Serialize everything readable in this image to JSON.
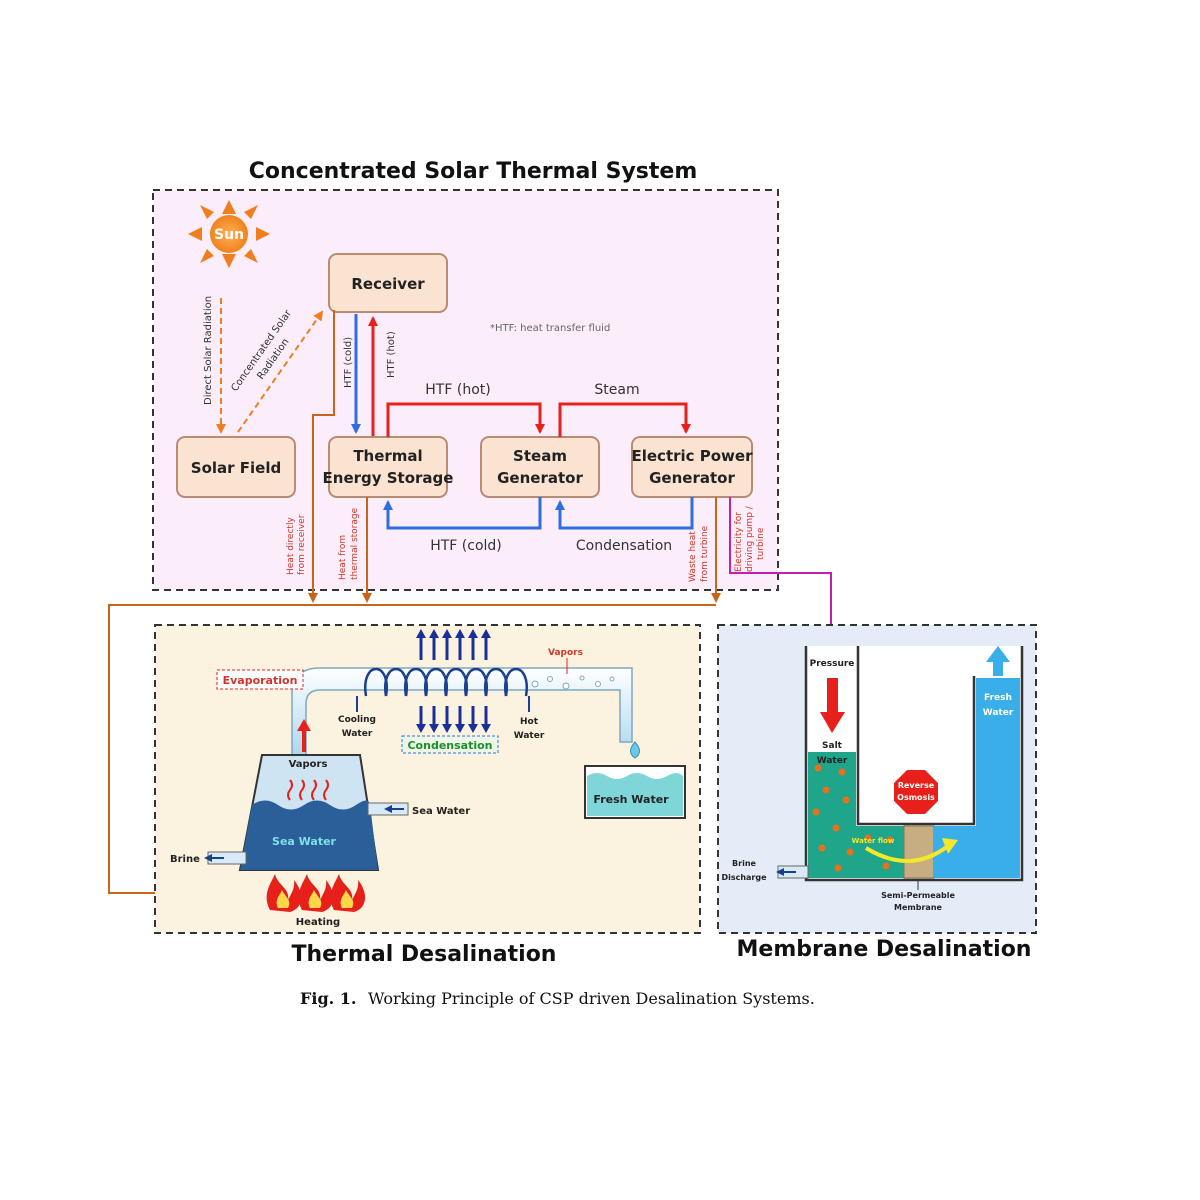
{
  "csp_system": {
    "title": "Concentrated Solar Thermal System",
    "sun": "Sun",
    "direct_radiation": "Direct Solar Radiation",
    "concentrated_radiation_line1": "Concentrated Solar",
    "concentrated_radiation_line2": "Radiation",
    "htf_note": "*HTF: heat transfer fluid",
    "receiver": "Receiver",
    "solar_field": "Solar Field",
    "thermal_storage_line1": "Thermal",
    "thermal_storage_line2": "Energy Storage",
    "steam_generator_line1": "Steam",
    "steam_generator_line2": "Generator",
    "power_generator_line1": "Electric Power",
    "power_generator_line2": "Generator",
    "htf_cold_vertical": "HTF (cold)",
    "htf_hot_vertical": "HTF (hot)",
    "htf_hot": "HTF (hot)",
    "steam": "Steam",
    "htf_cold": "HTF (cold)",
    "condensation": "Condensation",
    "heat_receiver_line1": "Heat directly",
    "heat_receiver_line2": "from receiver",
    "heat_storage_line1": "Heat from",
    "heat_storage_line2": "thermal storage",
    "waste_heat_line1": "Waste heat",
    "waste_heat_line2": "from turbine",
    "electricity_line1": "Electricity for",
    "electricity_line2": "driving pump /",
    "electricity_line3": "turbine"
  },
  "thermal_desalination": {
    "title": "Thermal Desalination",
    "evaporation": "Evaporation",
    "vapors_top": "Vapors",
    "cooling_water_line1": "Cooling",
    "cooling_water_line2": "Water",
    "hot_water_line1": "Hot",
    "hot_water_line2": "Water",
    "condensation": "Condensation",
    "vapors": "Vapors",
    "sea_water_inlet": "Sea Water",
    "sea_water": "Sea Water",
    "brine": "Brine",
    "heating": "Heating",
    "fresh_water": "Fresh Water"
  },
  "membrane_desalination": {
    "title": "Membrane Desalination",
    "pressure": "Pressure",
    "salt_water_line1": "Salt",
    "salt_water_line2": "Water",
    "fresh_water_line1": "Fresh",
    "fresh_water_line2": "Water",
    "reverse_osmosis_line1": "Reverse",
    "reverse_osmosis_line2": "Osmosis",
    "water_flow": "Water flow",
    "brine_discharge_line1": "Brine",
    "brine_discharge_line2": "Discharge",
    "membrane_line1": "Semi-Permeable",
    "membrane_line2": "Membrane"
  },
  "caption": {
    "label": "Fig. 1.",
    "text": "Working Principle of CSP driven Desalination Systems."
  },
  "colors": {
    "hot": "#e8201c",
    "cold": "#2e6fe0",
    "heat_line": "#c8651a",
    "electric": "#c020b0",
    "box_fill": "#fbe3d2",
    "csp_bg": "#fbeefa",
    "thermal_bg": "#fbf3df",
    "membrane_bg": "#e3ecf7"
  }
}
